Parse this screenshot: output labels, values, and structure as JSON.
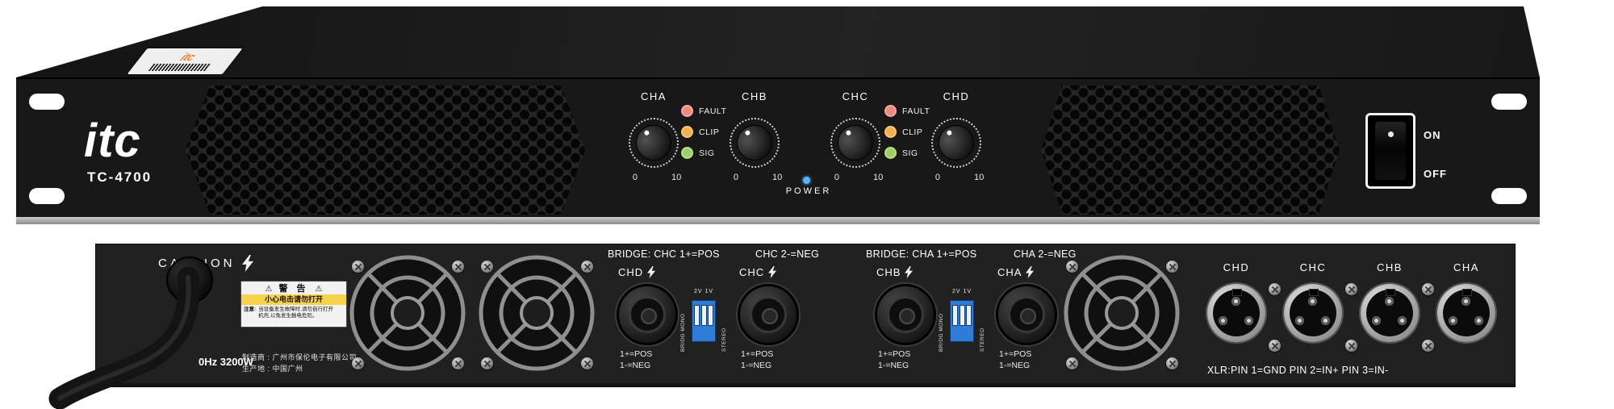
{
  "front": {
    "brand": "itc",
    "model": "TC-4700",
    "channels": [
      "CHA",
      "CHB",
      "CHC",
      "CHD"
    ],
    "scale_min": "0",
    "scale_max": "10",
    "leds": [
      "FAULT",
      "CLIP",
      "SIG"
    ],
    "power": "POWER",
    "switch_on": "ON",
    "switch_off": "OFF"
  },
  "rear": {
    "caution": "CAUTION",
    "power_rating": "0Hz 3200W",
    "manufacturer": [
      "制造商 : 广州市保伦电子有限公司",
      "生产地 : 中国广州"
    ],
    "sticker": {
      "title": "警 告",
      "line": "小心电击请勿打开",
      "note_label": "注意:",
      "notes": [
        "当设备发生故障时,请勿自行打开",
        "机壳,以免发生触电危险。"
      ]
    },
    "groups": [
      {
        "bridge": "BRIDGE: CHC 1+=POS",
        "bridge2": "CHC 2-=NEG",
        "left": "CHD",
        "right": "CHC"
      },
      {
        "bridge": "BRIDGE: CHA 1+=POS",
        "bridge2": "CHA 2-=NEG",
        "left": "CHB",
        "right": "CHA"
      }
    ],
    "polarity": {
      "pos": "1+=POS",
      "neg": "1-=NEG"
    },
    "dip": {
      "top": "2V 1V",
      "left": "BRIDG MONO",
      "right": "STEREO"
    },
    "xlr": {
      "channels": [
        "CHD",
        "CHC",
        "CHB",
        "CHA"
      ],
      "note": "XLR:PIN 1=GND PIN 2=IN+ PIN 3=IN-"
    }
  },
  "colors": {
    "fault_led": "#ef8a80",
    "clip_led": "#f2b04d",
    "sig_led": "#9fd066",
    "power_led": "#58b6ff",
    "dip_blue": "#2e7cd6",
    "panel_dark": "#181818",
    "rear_dark": "#212121"
  }
}
